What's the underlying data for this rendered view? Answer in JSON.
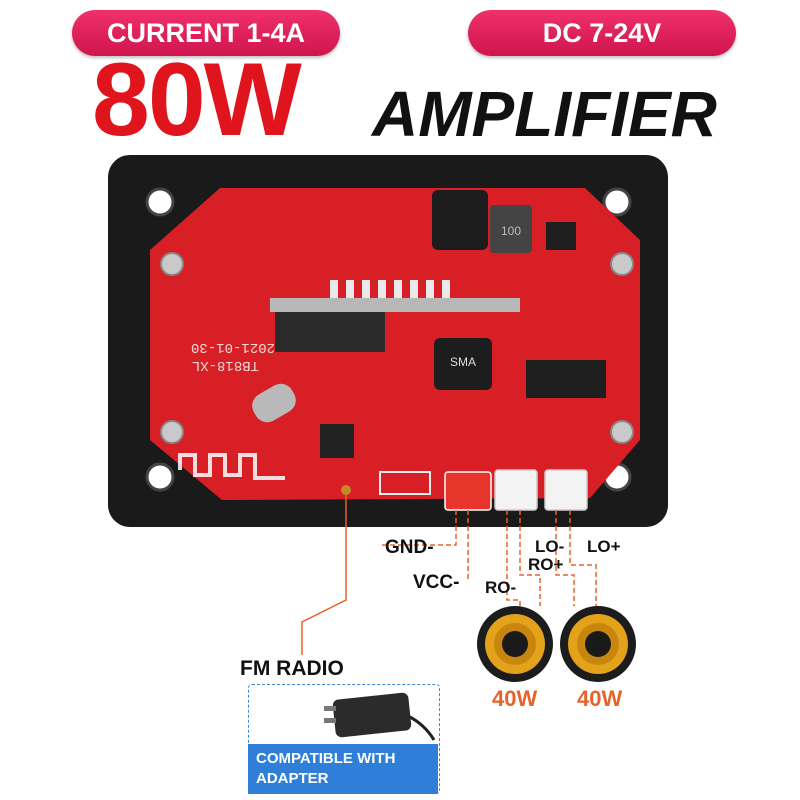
{
  "badges": {
    "current": "CURRENT 1-4A",
    "voltage": "DC 7-24V"
  },
  "title": {
    "power": "80W",
    "product": "AMPLIFIER"
  },
  "board": {
    "model_text": "TB818-XL",
    "date_text": "2021-01-30",
    "inductor_text": "100",
    "cap_text": "SMA"
  },
  "wires": {
    "gnd": "GND-",
    "vcc": "VCC-",
    "ro_minus": "RO-",
    "ro_plus": "RO+",
    "lo_minus": "LO-",
    "lo_plus": "LO+"
  },
  "speakers": {
    "left_power": "40W",
    "right_power": "40W"
  },
  "fm_label": "FM RADIO",
  "adapter": {
    "banner": "COMPATIBLE WITH ADAPTER"
  },
  "colors": {
    "badge": "#e21e5a",
    "title_red": "#e0141c",
    "pcb_red": "#d81f26",
    "wire_orange": "#e8632a",
    "speaker_cone": "#e3a21a",
    "adapter_blue": "#2f7fd8"
  }
}
